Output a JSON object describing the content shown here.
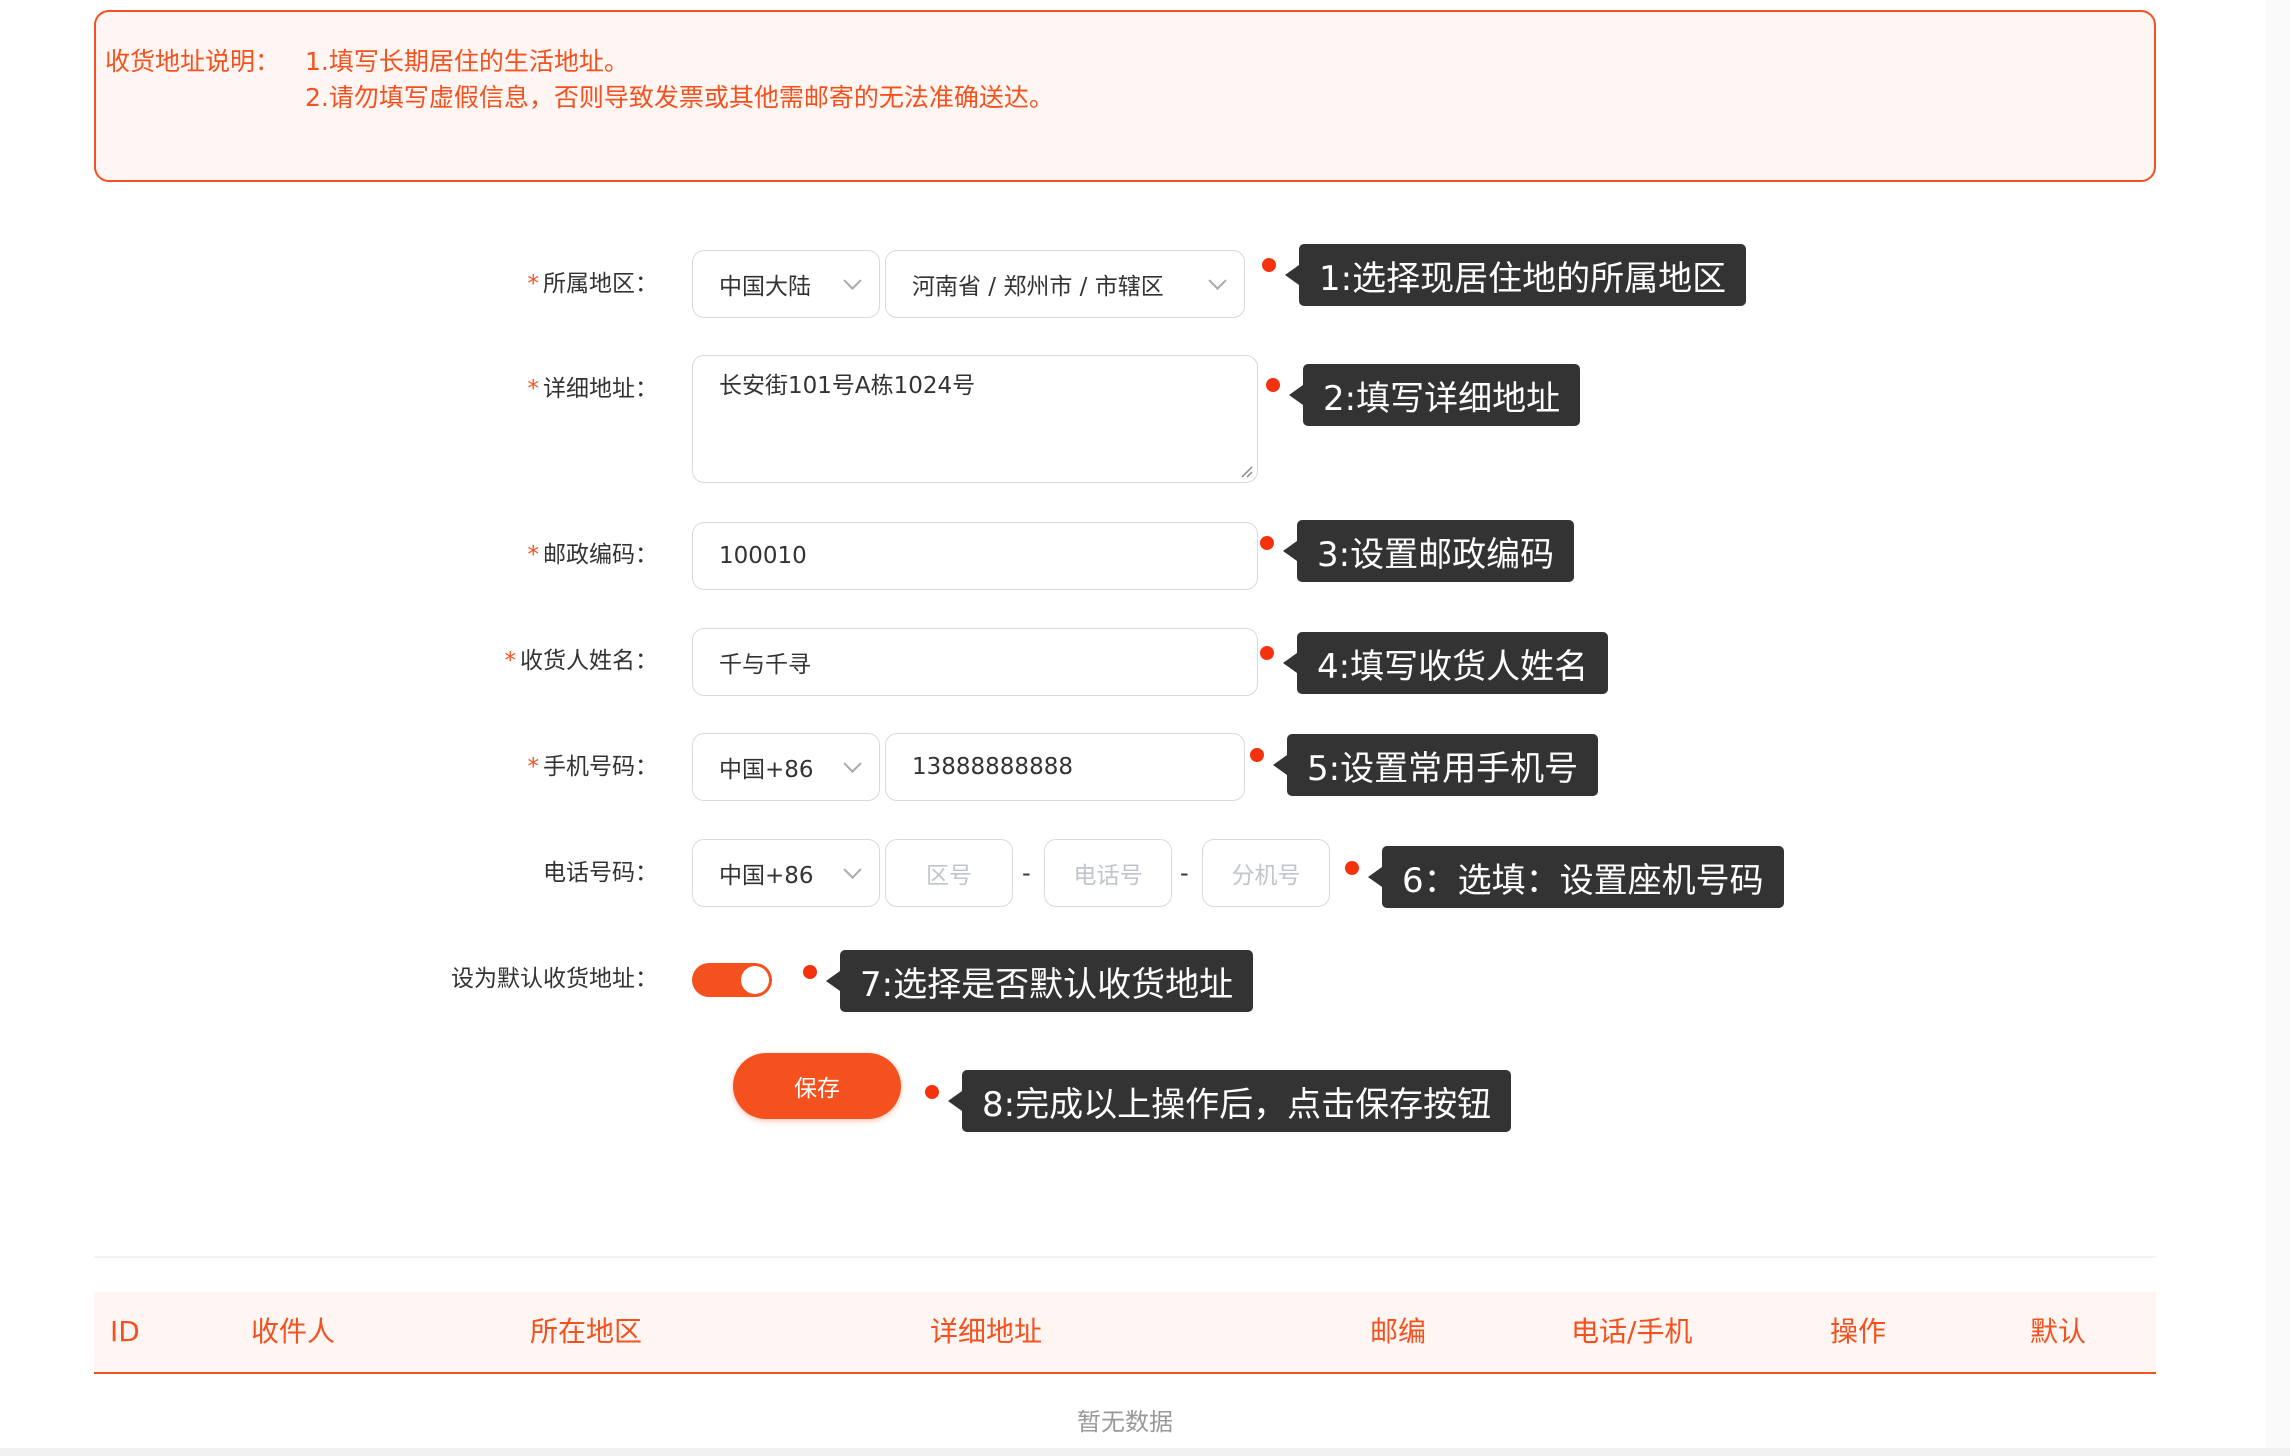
{
  "notice": {
    "label": "收货地址说明：",
    "line1": "1.填写长期居住的生活地址。",
    "line2": "2.请勿填写虚假信息，否则导致发票或其他需邮寄的无法准确送达。"
  },
  "form": {
    "region": {
      "required": "*",
      "label": "所属地区：",
      "country": "中国大陆",
      "area": "河南省 / 郑州市 / 市辖区"
    },
    "address": {
      "required": "*",
      "label": "详细地址：",
      "value": "长安街101号A栋1024号"
    },
    "postcode": {
      "required": "*",
      "label": "邮政编码：",
      "value": "100010"
    },
    "recipient": {
      "required": "*",
      "label": "收货人姓名：",
      "value": "千与千寻"
    },
    "mobile": {
      "required": "*",
      "label": "手机号码：",
      "country_code": "中国+86",
      "value": "13888888888"
    },
    "phone": {
      "label": "电话号码：",
      "country_code": "中国+86",
      "area_placeholder": "区号",
      "number_placeholder": "电话号",
      "ext_placeholder": "分机号",
      "separator": "-"
    },
    "default": {
      "label": "设为默认收货地址：",
      "enabled": true
    },
    "save_label": "保存"
  },
  "callouts": [
    "1:选择现居住地的所属地区",
    "2:填写详细地址",
    "3:设置邮政编码",
    "4:填写收货人姓名",
    "5:设置常用手机号",
    "6：选填：设置座机号码",
    "7:选择是否默认收货地址",
    "8:完成以上操作后，点击保存按钮"
  ],
  "table": {
    "headers": [
      "ID",
      "收件人",
      "所在地区",
      "详细地址",
      "邮编",
      "电话/手机",
      "操作",
      "默认"
    ],
    "empty_text": "暂无数据"
  },
  "colors": {
    "accent": "#f4511e",
    "notice_bg": "#fff6f3",
    "tooltip_bg": "#333333",
    "callout_dot": "#f4330e"
  }
}
